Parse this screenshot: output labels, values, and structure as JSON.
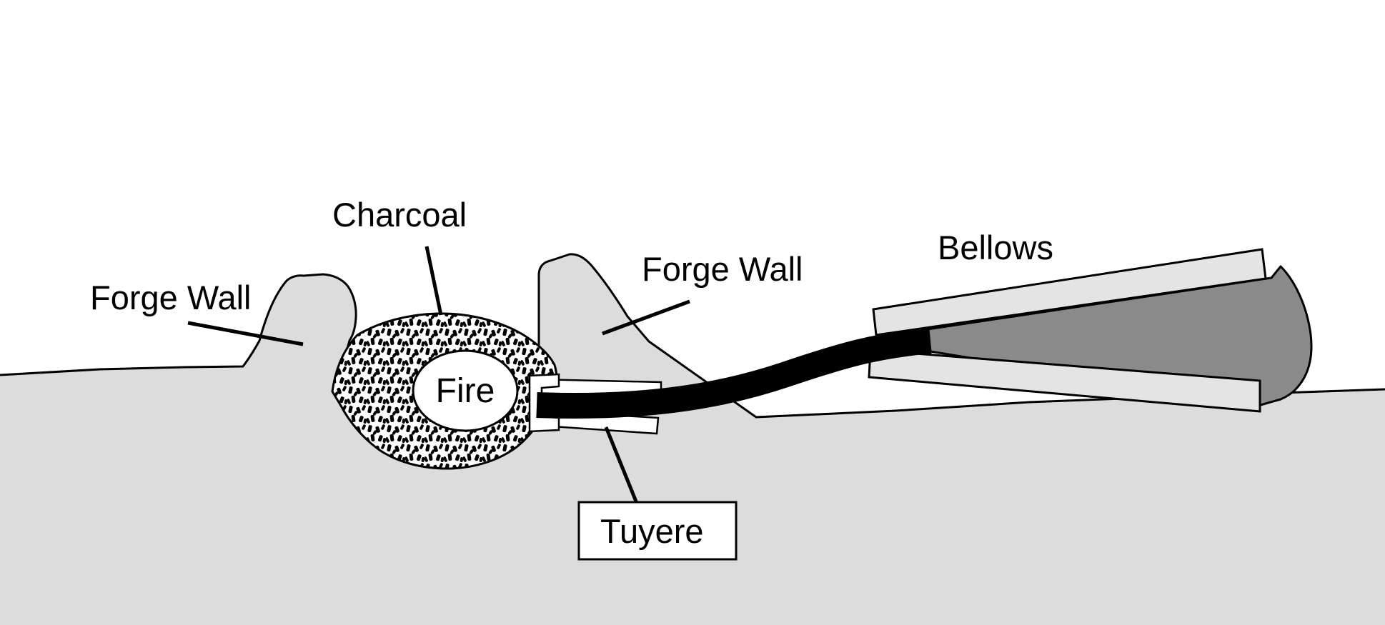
{
  "figure": {
    "title": "Forge cross-section diagram",
    "labels": {
      "charcoal": "Charcoal",
      "forge_wall_left": "Forge Wall",
      "forge_wall_right": "Forge Wall",
      "fire": "Fire",
      "bellows": "Bellows",
      "tuyere": "Tuyere"
    },
    "colors": {
      "background": "#ffffff",
      "ground": "#dcdcdc",
      "wall": "#dcdcdc",
      "board": "#e4e4e4",
      "bellows_bag": "#8a8a8a",
      "pipe": "#000000",
      "outline": "#000000"
    }
  }
}
